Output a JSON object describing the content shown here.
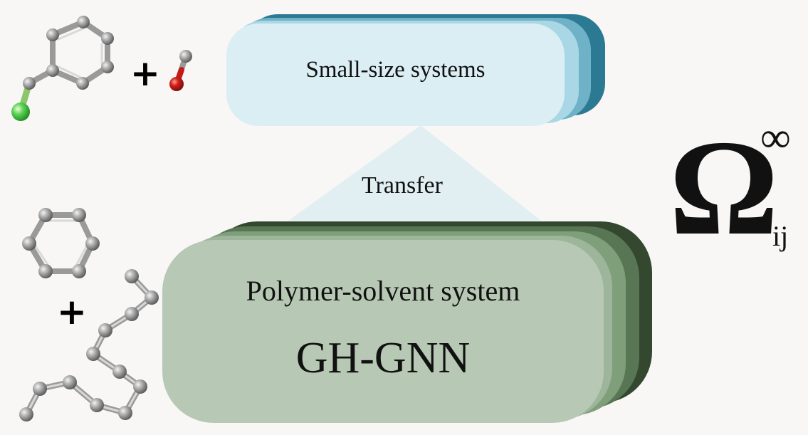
{
  "small_system": {
    "label": "Small-size systems"
  },
  "transfer": {
    "label": "Transfer"
  },
  "polymer_system": {
    "label": "Polymer-solvent system",
    "model": "GH-GNN"
  },
  "symbol": {
    "base": "Ω",
    "superscript": "∞",
    "subscript": "ij"
  },
  "operators": {
    "plus": "+"
  },
  "colors": {
    "background": "#f8f7f5",
    "small_front": "#dbeef4",
    "small_layers": [
      "#2b7992",
      "#6fb2c7",
      "#a9d7e6"
    ],
    "polymer_front": "#b7c9b4",
    "polymer_layers": [
      "#33482f",
      "#587554",
      "#7f9f7a",
      "#9db59a"
    ],
    "transfer_cone": "#deeef2",
    "atom_carbon": "#8d8d8d",
    "atom_oxygen": "#c51b14",
    "atom_halogen": "#49c743"
  },
  "icons": {
    "chlorobenzyl_molecule": "ball-and-stick-molecule-icon",
    "water_molecule": "ball-and-stick-molecule-icon",
    "benzene_molecule": "ball-and-stick-ring-icon",
    "polymer_chain": "ball-and-stick-chain-icon"
  }
}
